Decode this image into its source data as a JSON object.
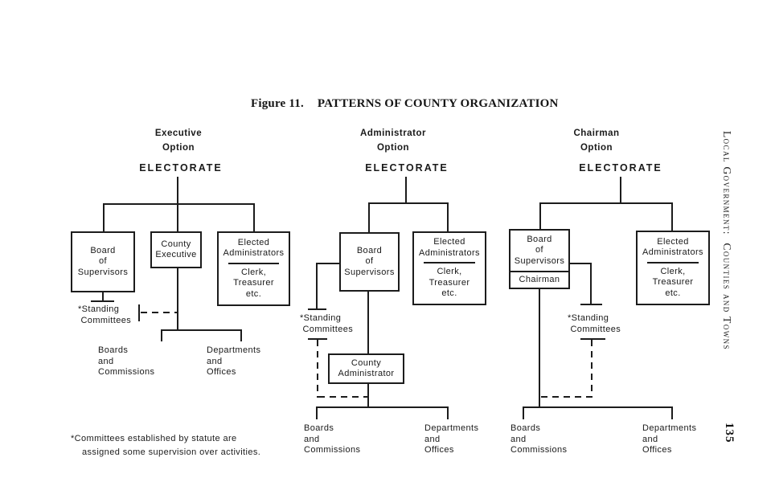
{
  "figure": {
    "label": "Figure 11.",
    "title": "PATTERNS OF COUNTY ORGANIZATION"
  },
  "margin": {
    "running_head": "Local Government:  Counties and Towns",
    "page_number": "135"
  },
  "footnote": {
    "line1": "*Committees established by statute are",
    "line2": "assigned some supervision over activities."
  },
  "shared": {
    "electorate": "ELECTORATE",
    "board_of_supervisors": "Board\nof\nSupervisors",
    "elected_administrators": "Elected\nAdministrators",
    "elected_administrators_detail": "Clerk,\nTreasurer\netc.",
    "standing_committees": "*Standing\n Committees",
    "boards_and_commissions": "Boards\nand\nCommissions",
    "departments_and_offices": "Departments\nand\nOffices"
  },
  "executive": {
    "heading": "Executive\nOption",
    "county_executive": "County\nExecutive"
  },
  "administrator": {
    "heading": "Administrator\nOption",
    "county_administrator": "County\nAdministrator"
  },
  "chairman": {
    "heading": "Chairman\nOption",
    "chairman": "Chairman"
  },
  "colors": {
    "ink": "#1c1c1c",
    "paper": "#ffffff"
  }
}
